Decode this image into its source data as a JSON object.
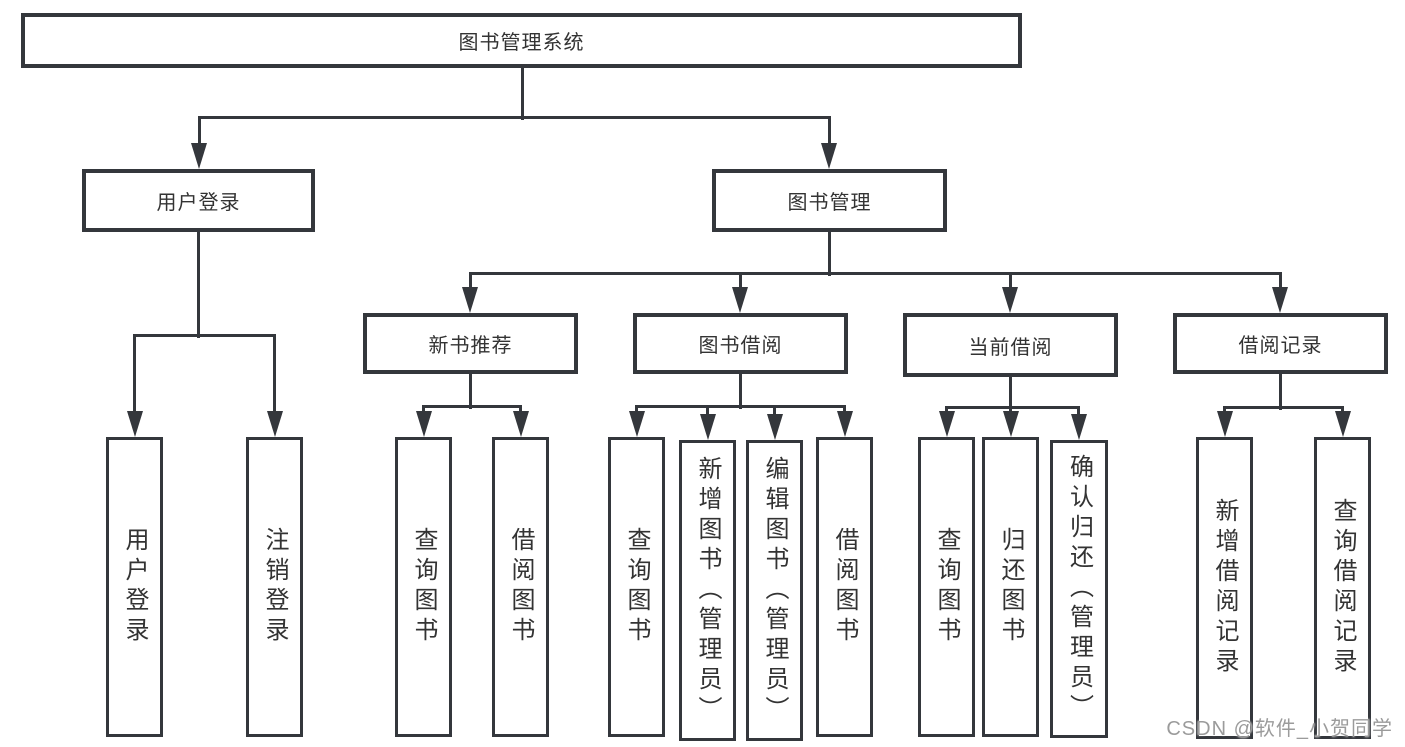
{
  "tree": {
    "label": "图书管理系统",
    "children": [
      {
        "label": "用户登录",
        "children": [
          {
            "label": "用户登录"
          },
          {
            "label": "注销登录"
          }
        ]
      },
      {
        "label": "图书管理",
        "children": [
          {
            "label": "新书推荐",
            "children": [
              {
                "label": "查询图书"
              },
              {
                "label": "借阅图书"
              }
            ]
          },
          {
            "label": "图书借阅",
            "children": [
              {
                "label": "查询图书"
              },
              {
                "label": "新增图书（管理员）"
              },
              {
                "label": "编辑图书（管理员）"
              },
              {
                "label": "借阅图书"
              }
            ]
          },
          {
            "label": "当前借阅",
            "children": [
              {
                "label": "查询图书"
              },
              {
                "label": "归还图书"
              },
              {
                "label": "确认归还（管理员）"
              }
            ]
          },
          {
            "label": "借阅记录",
            "children": [
              {
                "label": "新增借阅记录"
              },
              {
                "label": "查询借阅记录"
              }
            ]
          }
        ]
      }
    ]
  },
  "watermark": "CSDN @软件_小贺同学",
  "colors": {
    "line": "#34373c",
    "text": "#333333",
    "watermark": "#9b9b9b",
    "background": "#ffffff"
  }
}
